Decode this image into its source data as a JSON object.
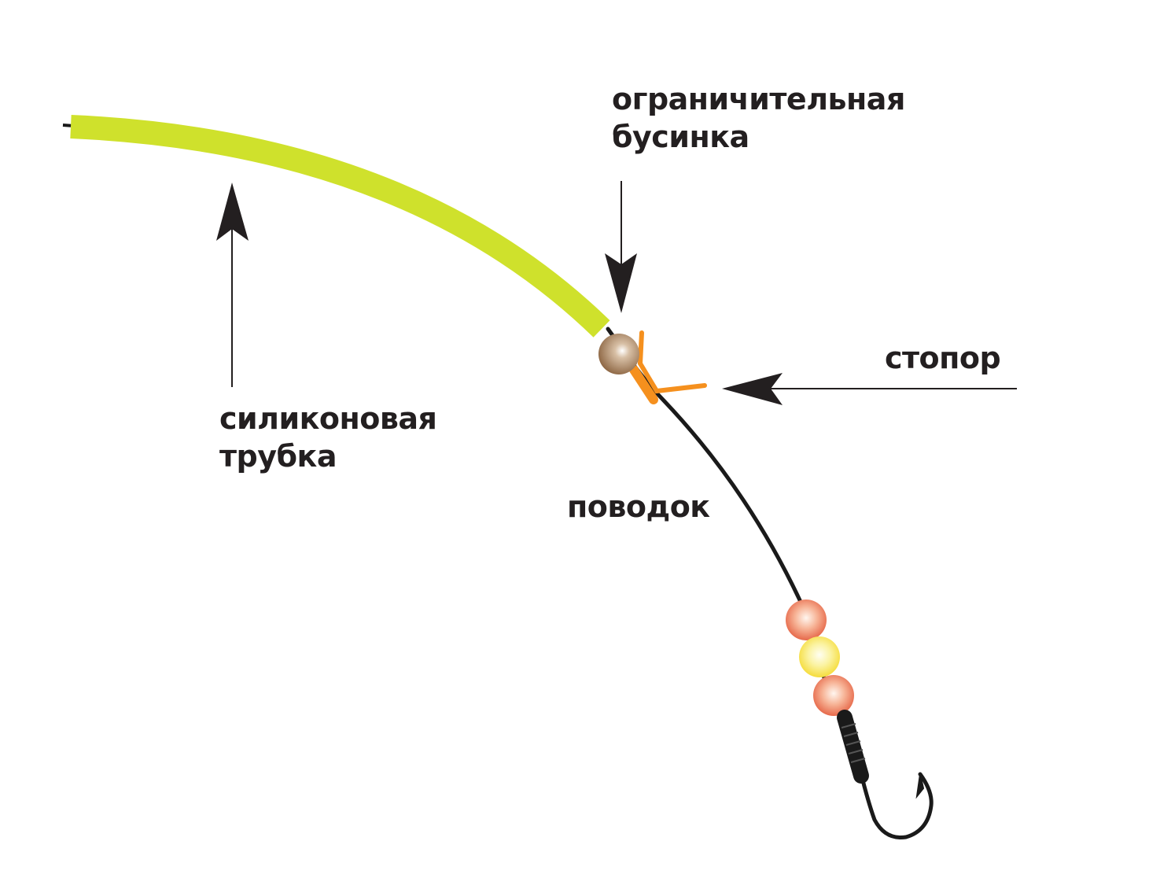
{
  "labels": {
    "bead_limiter": {
      "line1": "ограничительная",
      "line2": "бусинка"
    },
    "stopper": "стопор",
    "silicone_tube": {
      "line1": "силиконовая",
      "line2": "трубка"
    },
    "leader": "поводок"
  },
  "colors": {
    "tube": "#cfe12c",
    "line": "#1a1a1a",
    "limiter_bead": "#9c7452",
    "stopper": "#f5901e",
    "bead_red": "#ec6a4f",
    "bead_yellow": "#f8e43a",
    "arrow": "#231f20"
  }
}
